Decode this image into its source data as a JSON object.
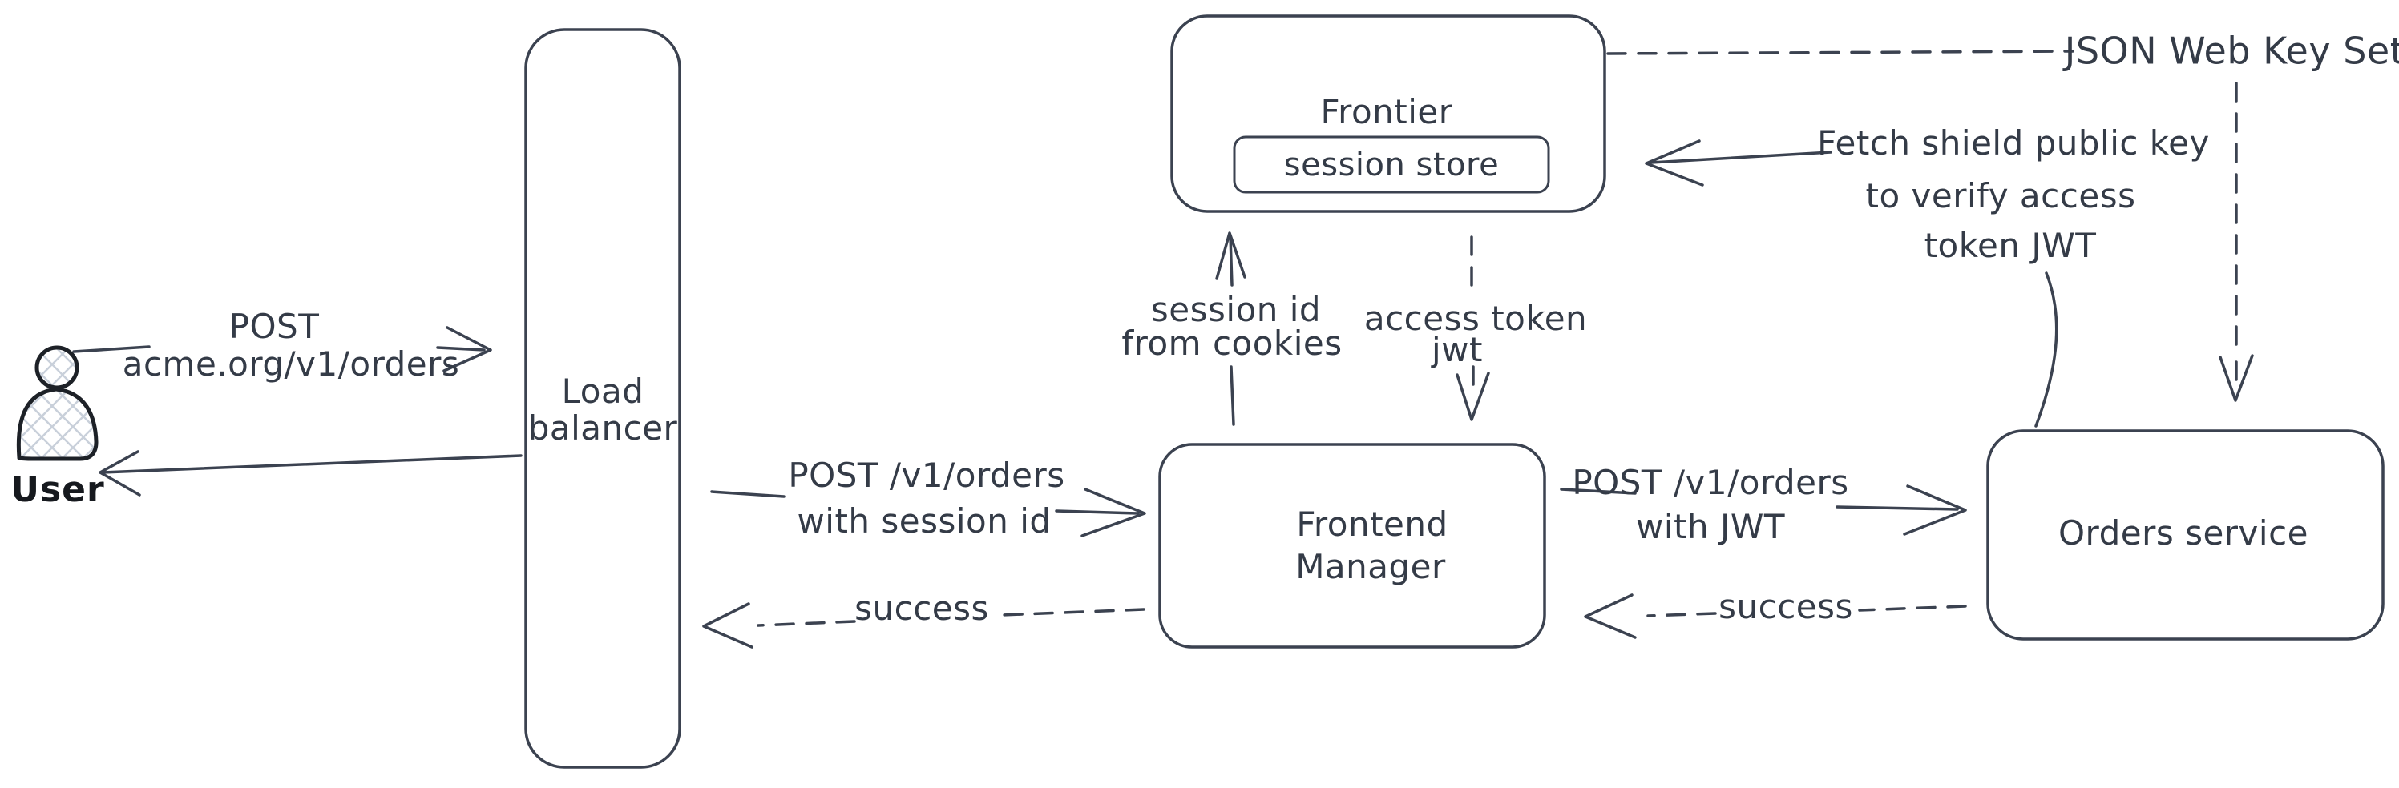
{
  "colors": {
    "background": "#ffffff",
    "stroke": "#3b4250",
    "text": "#343b47",
    "user_figure_stroke": "#1d2127",
    "user_figure_hatch": "#c9d0da"
  },
  "nodes": {
    "user": {
      "label": "User"
    },
    "load_balancer": {
      "line1": "Load",
      "line2": "balancer"
    },
    "frontier": {
      "label": "Frontier",
      "session_store_label": "session store"
    },
    "frontend_manager": {
      "line1": "Frontend",
      "line2": "Manager"
    },
    "orders_service": {
      "label": "Orders service"
    }
  },
  "edges": {
    "user_to_lb": {
      "line1": "POST",
      "line2": "acme.org/v1/orders"
    },
    "lb_to_fm_request": {
      "line1": "POST /v1/orders",
      "line2": "with session id"
    },
    "fm_to_lb_response": {
      "label": "success"
    },
    "fm_to_frontier": {
      "line1": "session id",
      "line2": "from cookies"
    },
    "frontier_to_fm": {
      "line1": "access token",
      "line2": "jwt"
    },
    "fm_to_orders_request": {
      "line1": "POST /v1/orders",
      "line2": "with JWT"
    },
    "orders_to_fm_response": {
      "label": "success"
    },
    "orders_to_frontier": {
      "line1": "Fetch shield public key",
      "line2": "to verify access",
      "line3": "token JWT"
    },
    "frontier_jwks": {
      "label": "JSON Web Key Set"
    }
  }
}
